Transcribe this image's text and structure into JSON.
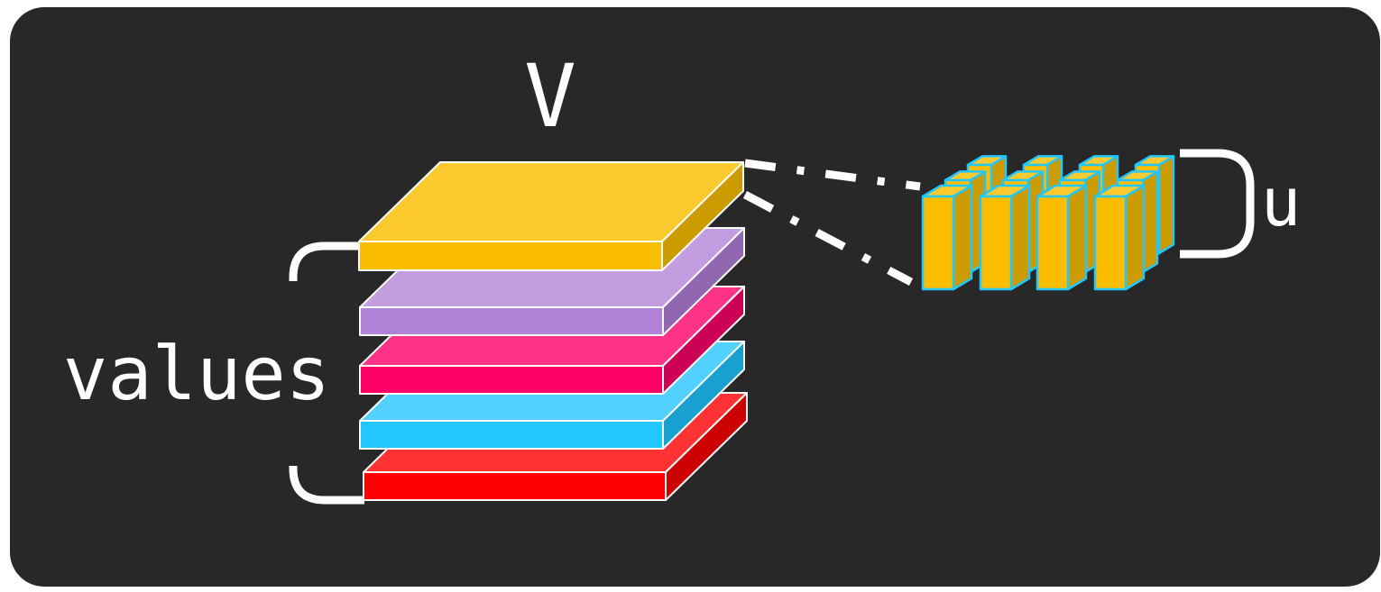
{
  "diagram": {
    "title": "V",
    "stack_label": "values",
    "block_label": "u"
  },
  "colors": {
    "background": "#282828",
    "layers": [
      {
        "top": "#fcca2e",
        "front": "#fbbd00",
        "side": "#cc9b00"
      },
      {
        "top": "#c39de0",
        "front": "#b083d9",
        "side": "#9067b0"
      },
      {
        "top": "#ff3387",
        "front": "#ff0066",
        "side": "#cc0055"
      },
      {
        "top": "#52d0ff",
        "front": "#22c7ff",
        "side": "#18a0d0"
      },
      {
        "top": "#ff3333",
        "front": "#ff0000",
        "side": "#cc0000"
      }
    ],
    "prism": {
      "top": "#fcca2e",
      "front": "#fbbd00",
      "side": "#cc9b00",
      "edge": "#22c7ff"
    }
  }
}
